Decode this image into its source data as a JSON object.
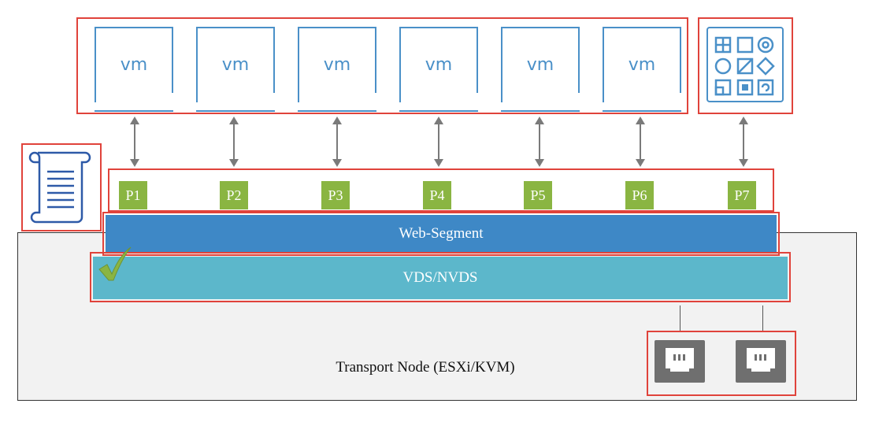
{
  "vms": [
    "vm",
    "vm",
    "vm",
    "vm",
    "vm",
    "vm"
  ],
  "ports": [
    "P1",
    "P2",
    "P3",
    "P4",
    "P5",
    "P6",
    "P7"
  ],
  "segment": "Web-Segment",
  "switch": "VDS/NVDS",
  "transport_node": "Transport Node (ESXi/KVM)",
  "colors": {
    "highlight": "#e0433b",
    "vm_outline": "#4a90c8",
    "port": "#8ab542",
    "segment": "#3e88c6",
    "switch": "#5cb7cb",
    "node_bg": "#f2f2f2",
    "check": "#8ab542"
  },
  "icons": [
    "policy-document-icon",
    "services-grid-icon",
    "checkmark-icon",
    "physical-nic-icon"
  ]
}
